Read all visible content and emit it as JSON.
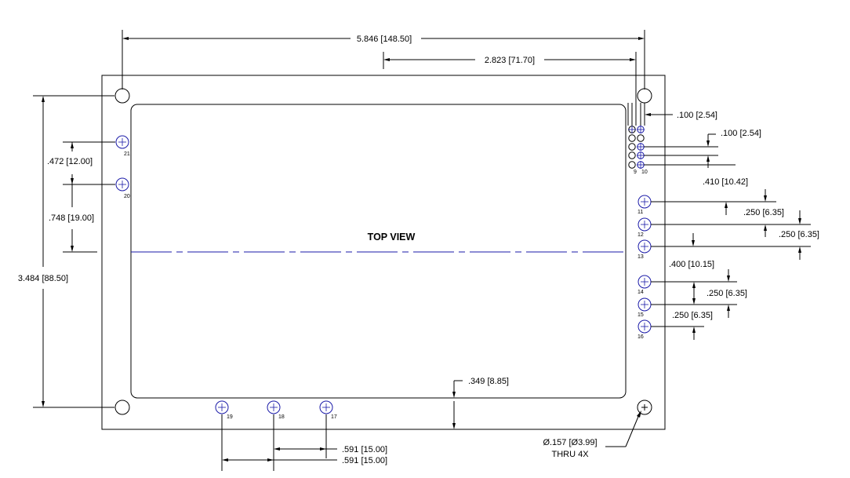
{
  "view_title": "TOP VIEW",
  "dimensions": {
    "overall_width": "5.846 [148.50]",
    "pin_offset_width": "2.823 [71.70]",
    "overall_height": "3.484 [88.50]",
    "pin_spacing_h": ".100 [2.54]",
    "pin_spacing_v": ".100 [2.54]",
    "left_top_offset": ".472 [12.00]",
    "left_pin_spacing": ".748 [19.00]",
    "right_group_offset": ".410 [10.42]",
    "right_pitch_a": ".250 [6.35]",
    "right_pitch_b": ".250 [6.35]",
    "right_group_gap": ".400 [10.15]",
    "right_pitch_c": ".250 [6.35]",
    "right_pitch_d": ".250 [6.35]",
    "bottom_inset": ".349 [8.85]",
    "bottom_pitch_1": ".591 [15.00]",
    "bottom_pitch_2": ".591 [15.00]",
    "hole_size": "Ø.157 [Ø3.99]",
    "hole_note": "THRU 4X"
  },
  "pins": {
    "p9": "9",
    "p10": "10",
    "p11": "11",
    "p12": "12",
    "p13": "13",
    "p14": "14",
    "p15": "15",
    "p16": "16",
    "p17": "17",
    "p18": "18",
    "p19": "19",
    "p20": "20",
    "p21": "21"
  },
  "colors": {
    "line": "#000000",
    "pin_ring": "#1a1aa8",
    "background": "#ffffff"
  }
}
